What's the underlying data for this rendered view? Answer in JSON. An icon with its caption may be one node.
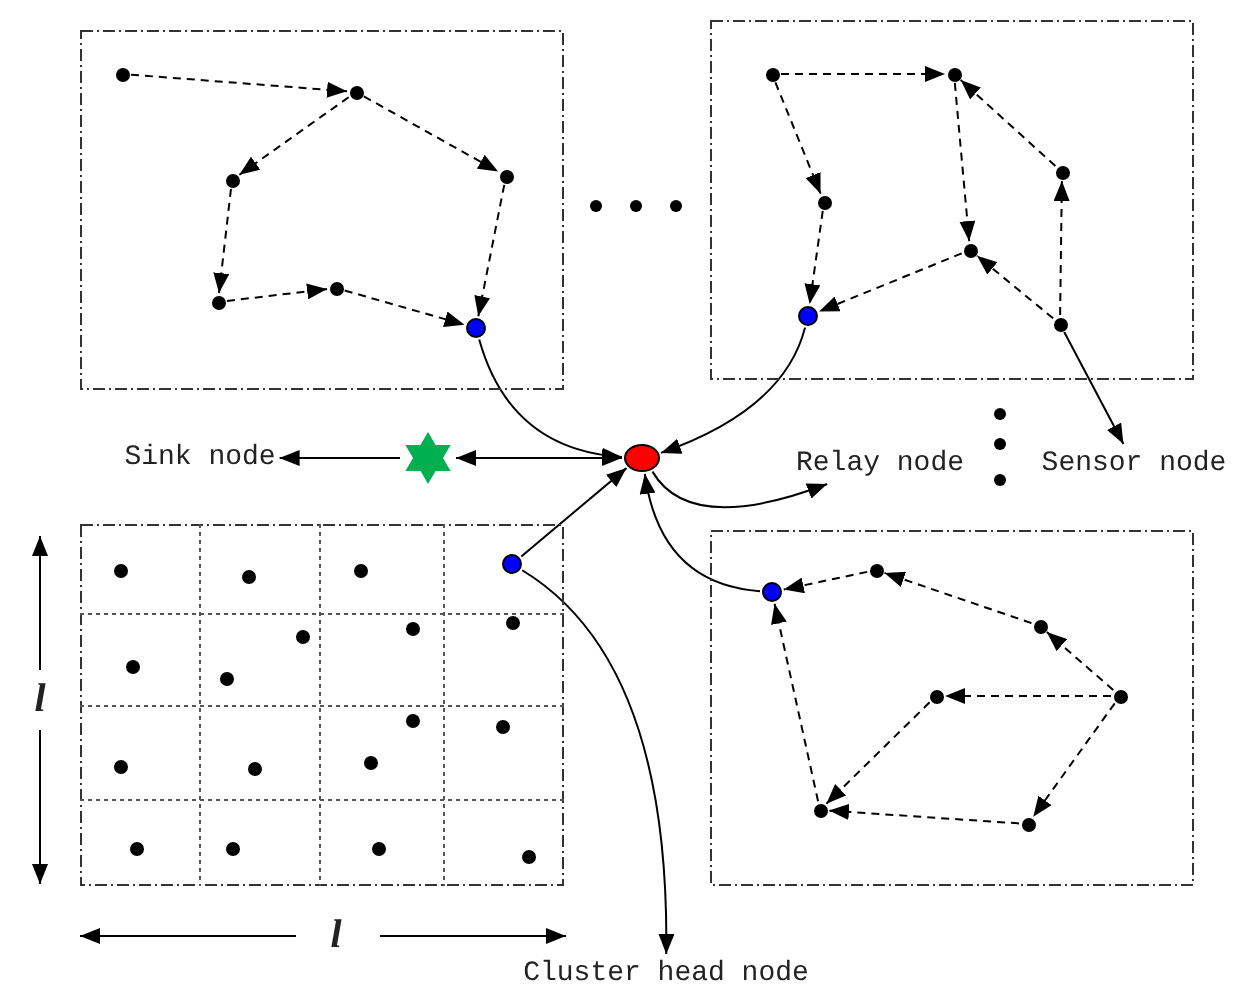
{
  "diagram": {
    "nodes": [
      {
        "text": [],
        "shape": "box"
      },
      {
        "text": [],
        "shape": "circle",
        "in": 0
      },
      {
        "text": [],
        "shape": "circle",
        "in": 0
      },
      {
        "text": [],
        "shape": "circle",
        "in": 0
      },
      {
        "text": [],
        "shape": "circle",
        "in": 0
      },
      {
        "text": [],
        "shape": "circle",
        "in": 0
      },
      {
        "text": [],
        "shape": "circle",
        "in": 0
      },
      {
        "text": [],
        "shape": "circle",
        "in": 0
      },
      {
        "text": [],
        "shape": "box"
      },
      {
        "text": [],
        "shape": "circle",
        "in": 8
      },
      {
        "text": [],
        "shape": "circle",
        "in": 8
      },
      {
        "text": [],
        "shape": "circle",
        "in": 8
      },
      {
        "text": [],
        "shape": "circle",
        "in": 8
      },
      {
        "text": [],
        "shape": "circle",
        "in": 8
      },
      {
        "text": [],
        "shape": "circle",
        "in": 8
      },
      {
        "text": [],
        "shape": "circle",
        "in": 8
      },
      {
        "text": [
          "Sink node"
        ]
      },
      {
        "text": [],
        "shape": "star"
      },
      {
        "text": [],
        "shape": "circle"
      },
      {
        "text": [
          "Relay node"
        ]
      },
      {
        "text": [
          "Sensor node"
        ]
      },
      {
        "text": [],
        "shape": "box"
      },
      {
        "text": [],
        "shape": "circle",
        "in": 21
      },
      {
        "text": [],
        "shape": "circle",
        "in": 21
      },
      {
        "text": [],
        "shape": "circle",
        "in": 21
      },
      {
        "text": [],
        "shape": "circle",
        "in": 21
      },
      {
        "text": [],
        "shape": "circle",
        "in": 21
      },
      {
        "text": [],
        "shape": "circle",
        "in": 21
      },
      {
        "text": [],
        "shape": "circle",
        "in": 21
      },
      {
        "text": [],
        "shape": "circle",
        "in": 21
      },
      {
        "text": [],
        "shape": "circle",
        "in": 21
      },
      {
        "text": [],
        "shape": "circle",
        "in": 21
      },
      {
        "text": [],
        "shape": "circle",
        "in": 21
      },
      {
        "text": [],
        "shape": "circle",
        "in": 21
      },
      {
        "text": [],
        "shape": "circle",
        "in": 21
      },
      {
        "text": [],
        "shape": "circle",
        "in": 21
      },
      {
        "text": [],
        "shape": "circle",
        "in": 21
      },
      {
        "text": [],
        "shape": "circle",
        "in": 21
      },
      {
        "text": [],
        "shape": "circle",
        "in": 21
      },
      {
        "text": [],
        "shape": "circle",
        "in": 21
      },
      {
        "text": [],
        "shape": "box"
      },
      {
        "text": [],
        "shape": "circle",
        "in": 40
      },
      {
        "text": [],
        "shape": "circle",
        "in": 40
      },
      {
        "text": [],
        "shape": "circle",
        "in": 40
      },
      {
        "text": [],
        "shape": "circle",
        "in": 40
      },
      {
        "text": [],
        "shape": "circle",
        "in": 40
      },
      {
        "text": [],
        "shape": "circle",
        "in": 40
      },
      {
        "text": [],
        "shape": "circle",
        "in": 40
      },
      {
        "text": [
          "Cluster head node"
        ]
      }
    ],
    "edges": [
      {
        "from": 1,
        "to": 2,
        "arrow": "to",
        "style": "dashed"
      },
      {
        "from": 2,
        "to": 4,
        "arrow": "to",
        "style": "dashed"
      },
      {
        "from": 2,
        "to": 3,
        "arrow": "to",
        "style": "dashed"
      },
      {
        "from": 3,
        "to": 7,
        "arrow": "to",
        "style": "dashed"
      },
      {
        "from": 4,
        "to": 5,
        "arrow": "to",
        "style": "dashed"
      },
      {
        "from": 5,
        "to": 6,
        "arrow": "to",
        "style": "dashed"
      },
      {
        "from": 6,
        "to": 7,
        "arrow": "to",
        "style": "dashed"
      },
      {
        "from": 9,
        "to": 10,
        "arrow": "to",
        "style": "dashed"
      },
      {
        "from": 9,
        "to": 12,
        "arrow": "to",
        "style": "dashed"
      },
      {
        "from": 12,
        "to": 15,
        "arrow": "to",
        "style": "dashed"
      },
      {
        "from": 11,
        "to": 10,
        "arrow": "to",
        "style": "dashed"
      },
      {
        "from": 14,
        "to": 11,
        "arrow": "to",
        "style": "dashed"
      },
      {
        "from": 14,
        "to": 13,
        "arrow": "to",
        "style": "dashed"
      },
      {
        "from": 10,
        "to": 13,
        "arrow": "to",
        "style": "dashed"
      },
      {
        "from": 13,
        "to": 15,
        "arrow": "to",
        "style": "dashed"
      },
      {
        "from": 7,
        "to": 18,
        "arrow": "to"
      },
      {
        "from": 15,
        "to": 18,
        "arrow": "to"
      },
      {
        "from": 17,
        "to": 16,
        "arrow": "to"
      },
      {
        "from": 17,
        "to": 18,
        "arrow": "both"
      },
      {
        "from": 18,
        "to": 19,
        "arrow": "to"
      },
      {
        "from": 14,
        "to": 20,
        "arrow": "to"
      },
      {
        "from": 25,
        "to": 18,
        "arrow": "to"
      },
      {
        "from": 25,
        "to": 48,
        "arrow": "to"
      },
      {
        "from": 41,
        "to": 18,
        "arrow": "to"
      },
      {
        "from": 42,
        "to": 41,
        "arrow": "to",
        "style": "dashed"
      },
      {
        "from": 43,
        "to": 42,
        "arrow": "to",
        "style": "dashed"
      },
      {
        "from": 44,
        "to": 43,
        "arrow": "to",
        "style": "dashed"
      },
      {
        "from": 44,
        "to": 45,
        "arrow": "to",
        "style": "dashed"
      },
      {
        "from": 44,
        "to": 47,
        "arrow": "to",
        "style": "dashed"
      },
      {
        "from": 47,
        "to": 46,
        "arrow": "to",
        "style": "dashed"
      },
      {
        "from": 45,
        "to": 46,
        "arrow": "to",
        "style": "dashed"
      },
      {
        "from": 46,
        "to": 41,
        "arrow": "to",
        "style": "dashed"
      }
    ],
    "labels": [
      "l",
      "l"
    ]
  }
}
